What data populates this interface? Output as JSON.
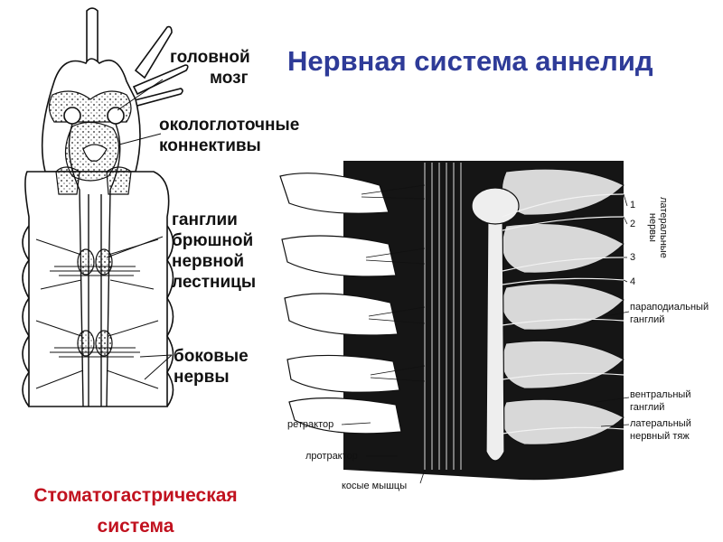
{
  "title": "Нервная система аннелид",
  "left_figure": {
    "labels": {
      "brain": [
        "головной",
        "мозг"
      ],
      "connectives": [
        "окологлоточные",
        "коннективы"
      ],
      "ganglia": [
        "ганглии",
        "брюшной",
        "нервной",
        "лестницы"
      ],
      "lateral_nerves": [
        "боковые",
        "нервы"
      ]
    }
  },
  "right_figure": {
    "numbers": [
      "1",
      "2",
      "3",
      "4"
    ],
    "lateral_nerves_vertical": [
      "латеральные",
      "нервы"
    ],
    "labels": {
      "parapodial_ganglion": [
        "параподиальный",
        "ганглий"
      ],
      "ventral_ganglion": [
        "вентральный",
        "ганглий"
      ],
      "lateral_cord": [
        "латеральный",
        "нервный тяж"
      ],
      "retractor": "ретрактор",
      "protractor": "лротрактор",
      "oblique_muscles": "косые мышцы"
    }
  },
  "footer": {
    "subtitle": [
      "Стоматогастрическая",
      "система"
    ]
  },
  "colors": {
    "title": "#2e3b98",
    "subtitle": "#c1121f"
  }
}
